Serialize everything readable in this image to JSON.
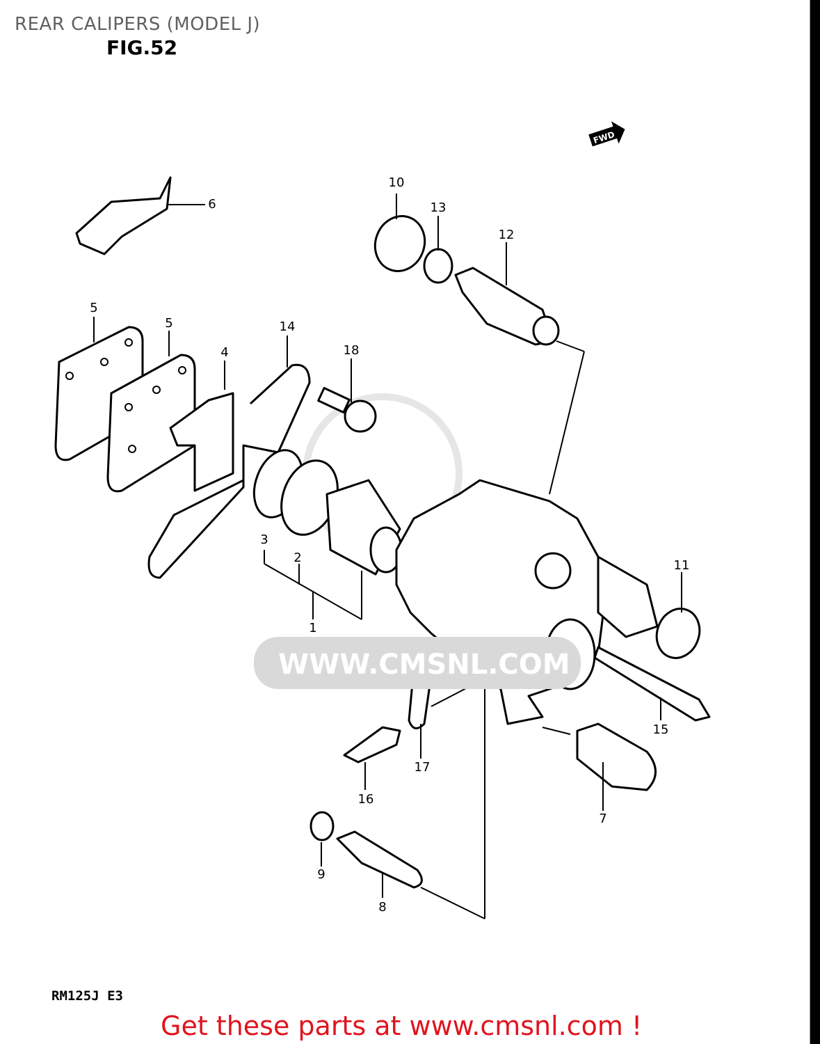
{
  "header": {
    "title": "REAR CALIPERS (MODEL J)",
    "figure": "FIG.52"
  },
  "diagram": {
    "direction_marker": "FWD",
    "watermark": "WWW.CMSNL.COM",
    "callouts": [
      "1",
      "2",
      "3",
      "4",
      "5",
      "5",
      "6",
      "7",
      "8",
      "9",
      "10",
      "11",
      "12",
      "13",
      "14",
      "15",
      "16",
      "17",
      "18"
    ]
  },
  "footer": {
    "model_code": "RM125J E3",
    "promo": "Get these parts at www.cmsnl.com !"
  }
}
